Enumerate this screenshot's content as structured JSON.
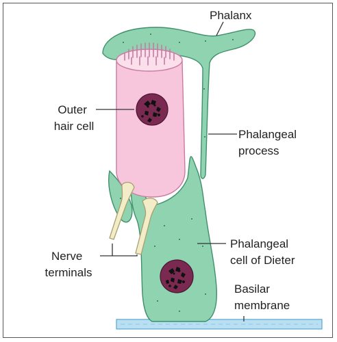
{
  "labels": {
    "phalanx": "Phalanx",
    "outer_hair_cell": [
      "Outer",
      "hair cell"
    ],
    "phalangeal_process": [
      "Phalangeal",
      "process"
    ],
    "nerve_terminals": [
      "Nerve",
      "terminals"
    ],
    "phalangeal_cell_of_dieter": [
      "Phalangeal",
      "cell of Dieter"
    ],
    "basilar_membrane": [
      "Basilar",
      "membrane"
    ]
  },
  "colors": {
    "supporting_cell": "#8fd3b1",
    "supporting_cell_outline": "#3f8f6a",
    "hair_cell": "#f7c6dc",
    "hair_cell_outline": "#c87aa2",
    "nucleus": "#7a2a50",
    "chromatin": "#111111",
    "nerve_terminal": "#f3ecc8",
    "nerve_outline": "#a89f6c",
    "basilar_membrane": "#b9dff2",
    "basilar_outline": "#5aa6cf"
  }
}
